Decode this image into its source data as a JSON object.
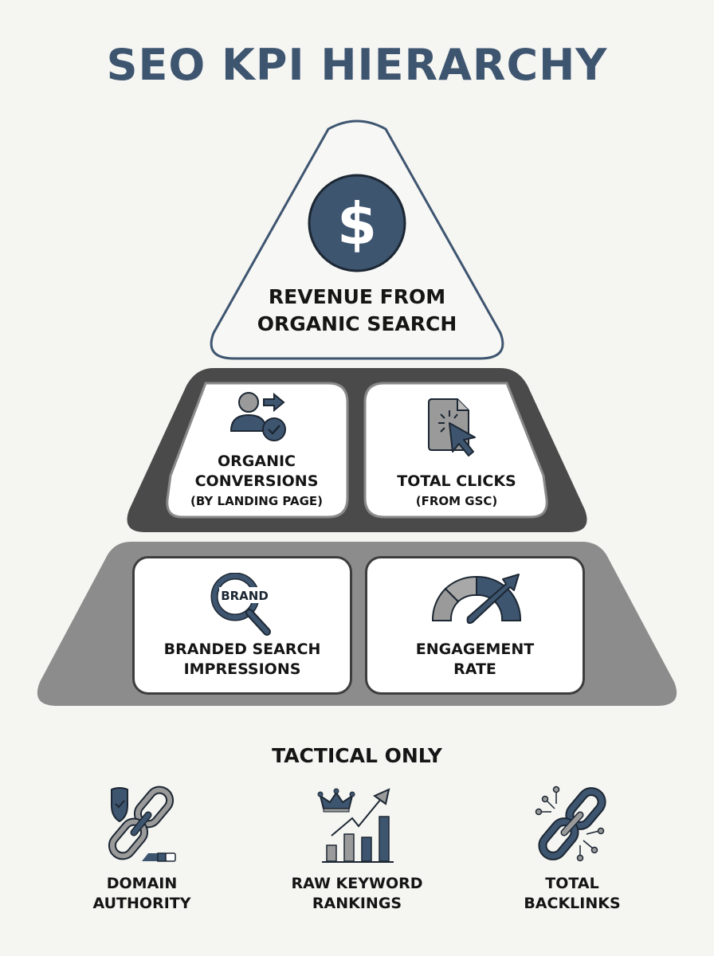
{
  "title": "SEO KPI HIERARCHY",
  "colors": {
    "navy": "#3e5570",
    "dark_tier": "#4a4a4a",
    "light_tier": "#8c8c8c",
    "background": "#f5f5f2",
    "icon_gray": "#9a9a9a"
  },
  "pyramid": {
    "top": {
      "icon": "dollar-icon",
      "line1": "REVENUE FROM",
      "line2": "ORGANIC SEARCH"
    },
    "middle": [
      {
        "icon": "user-conversion-icon",
        "line1": "ORGANIC",
        "line2": "CONVERSIONS",
        "sub": "(BY LANDING PAGE)"
      },
      {
        "icon": "document-click-icon",
        "line1": "TOTAL CLICKS",
        "sub": "(FROM GSC)"
      }
    ],
    "bottom": [
      {
        "icon": "brand-search-icon",
        "icon_text": "BRAND",
        "line1": "BRANDED SEARCH",
        "line2": "IMPRESSIONS"
      },
      {
        "icon": "gauge-icon",
        "line1": "ENGAGEMENT",
        "line2": "RATE"
      }
    ]
  },
  "tactical": {
    "title": "TACTICAL ONLY",
    "items": [
      {
        "icon": "shield-chain-icon",
        "line1": "DOMAIN",
        "line2": "AUTHORITY"
      },
      {
        "icon": "ranking-chart-icon",
        "line1": "RAW KEYWORD",
        "line2": "RANKINGS"
      },
      {
        "icon": "backlink-chain-icon",
        "line1": "TOTAL",
        "line2": "BACKLINKS"
      }
    ]
  }
}
